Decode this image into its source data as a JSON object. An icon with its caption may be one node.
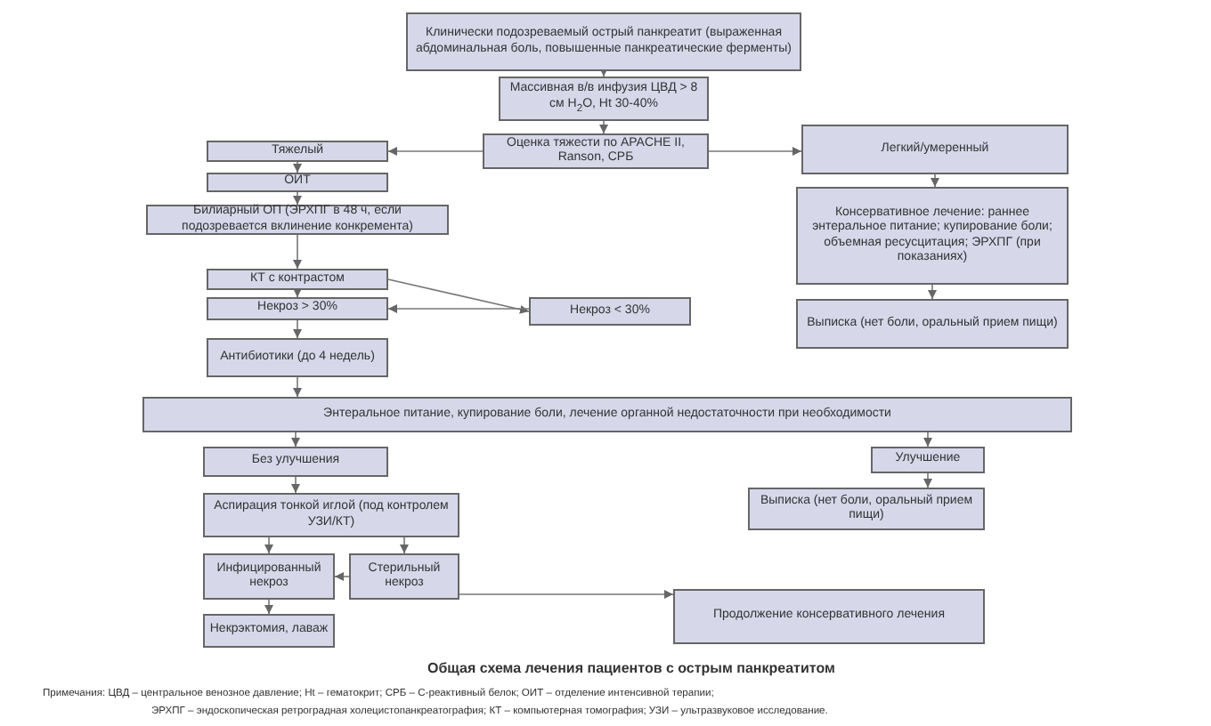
{
  "diagram": {
    "caption": "Общая схема лечения пациентов с острым панкреатитом",
    "nodes": [
      {
        "text": [
          "Клинически подозреваемый острый панкреатит (выраженная абдоминальная боль, повышенные панкреатические ферменты)"
        ]
      },
      {
        "text": [
          "Массивная в/в инфузия ЦВД > 8 см H$_{2}$O, Ht 30-40%"
        ]
      },
      {
        "text": [
          "Оценка тяжести по APACHE II, Ranson, СРБ"
        ]
      },
      {
        "text": [
          "Тяжелый"
        ]
      },
      {
        "text": [
          "Легкий/умеренный"
        ]
      },
      {
        "text": [
          "ОИТ"
        ]
      },
      {
        "text": [
          "Билиарный ОП (ЭРХПГ в 48 ч, если подозревается вклинение конкремента)"
        ]
      },
      {
        "text": [
          "Консервативное лечение: раннее энтеральное питание; купирование боли; объемная ресусцитация; ЭРХПГ (при показаниях)"
        ]
      },
      {
        "text": [
          "КТ с контрастом"
        ]
      },
      {
        "text": [
          "Некроз > 30%"
        ]
      },
      {
        "text": [
          "Некроз < 30%"
        ]
      },
      {
        "text": [
          "Выписка (нет боли, оральный прием пищи)"
        ]
      },
      {
        "text": [
          "Антибиотики (до 4 недель)"
        ]
      },
      {
        "text": [
          "Энтеральное питание, купирование боли, лечение органной недостаточности при необходимости"
        ]
      },
      {
        "text": [
          "Без улучшения"
        ]
      },
      {
        "text": [
          "Улучшение"
        ]
      },
      {
        "text": [
          "Аспирация тонкой иглой (под контролем УЗИ/КТ)"
        ]
      },
      {
        "text": [
          "Выписка (нет боли, оральный прием пищи)"
        ]
      },
      {
        "text": [
          "Инфицированный некроз"
        ]
      },
      {
        "text": [
          "Стерильный некроз"
        ]
      },
      {
        "text": [
          "Некрэктомия, лаваж"
        ]
      },
      {
        "text": [
          "Продолжение консервативного лечения"
        ]
      }
    ],
    "edges": [
      {
        "from": 0,
        "to": 1,
        "arrow": "to"
      },
      {
        "from": 1,
        "to": 2,
        "arrow": "to"
      },
      {
        "from": 2,
        "to": 3,
        "arrow": "to"
      },
      {
        "from": 2,
        "to": 4,
        "arrow": "to"
      },
      {
        "from": 3,
        "to": 5,
        "arrow": "to"
      },
      {
        "from": 5,
        "to": 6,
        "arrow": "to"
      },
      {
        "from": 4,
        "to": 7,
        "arrow": "to"
      },
      {
        "from": 6,
        "to": 8,
        "arrow": "to"
      },
      {
        "from": 8,
        "to": 9,
        "arrow": "to"
      },
      {
        "from": 8,
        "to": 10,
        "arrow": "to"
      },
      {
        "from": 10,
        "to": 9,
        "arrow": "to"
      },
      {
        "from": 7,
        "to": 11,
        "arrow": "to"
      },
      {
        "from": 9,
        "to": 12,
        "arrow": "to"
      },
      {
        "from": 12,
        "to": 13,
        "arrow": "to"
      },
      {
        "from": 13,
        "to": 14,
        "arrow": "to"
      },
      {
        "from": 13,
        "to": 15,
        "arrow": "to"
      },
      {
        "from": 14,
        "to": 16,
        "arrow": "to"
      },
      {
        "from": 15,
        "to": 17,
        "arrow": "to"
      },
      {
        "from": 16,
        "to": 18,
        "arrow": "to"
      },
      {
        "from": 16,
        "to": 19,
        "arrow": "to"
      },
      {
        "from": 19,
        "to": 18,
        "arrow": "to"
      },
      {
        "from": 18,
        "to": 20,
        "arrow": "to"
      },
      {
        "from": 19,
        "to": 21,
        "arrow": "to"
      }
    ],
    "labels": [
      "Примечания: ЦВД – центральное венозное давление; Ht – гематокрит; СРБ – С-реактивный белок; ОИТ – отделение интенсивной терапии;",
      "ЭРХПГ – эндоскопическая ретроградная холецистопанкреатография; КТ – компьютерная томография; УЗИ – ультразвуковое исследование."
    ]
  }
}
